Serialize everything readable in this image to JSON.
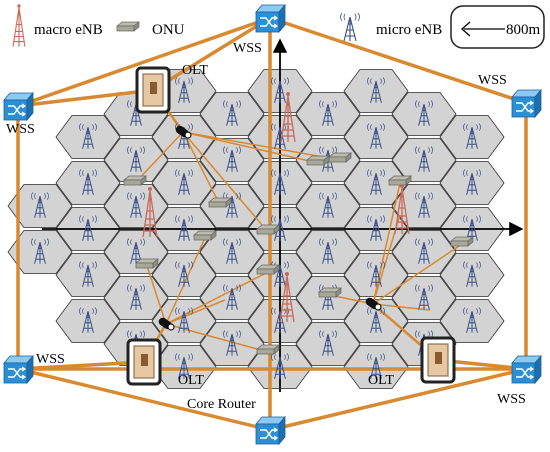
{
  "legend": {
    "macro_label": "macro eNB",
    "onu_label": "ONU",
    "micro_label": "micro eNB",
    "scale_label": "800m"
  },
  "wss_label": "WSS",
  "olt_label": "OLT",
  "core_router_label": "Core Router",
  "colors": {
    "ring": "#d9892f",
    "fiber": "#d9892f",
    "cell_fill": "#d3d3d3",
    "cell_stroke": "#333333",
    "switch": "#2b8fd6",
    "tower": "#3a4f8a",
    "macro_tower": "#c96a5a"
  },
  "icons": {
    "wss": "wss-switch-icon",
    "olt": "olt-cabinet-icon",
    "onu": "onu-modem-icon",
    "micro_enb": "micro-enb-tower-icon",
    "macro_enb": "macro-enb-tower-icon",
    "splitter": "splitter-icon"
  }
}
